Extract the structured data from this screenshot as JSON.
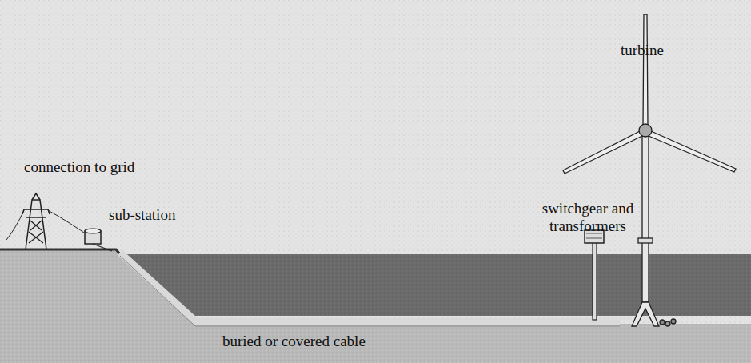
{
  "diagram": {
    "labels": [
      "turbine",
      "connection to grid",
      "sub-station",
      "switchgear and transformers",
      "buried or covered cable"
    ]
  }
}
